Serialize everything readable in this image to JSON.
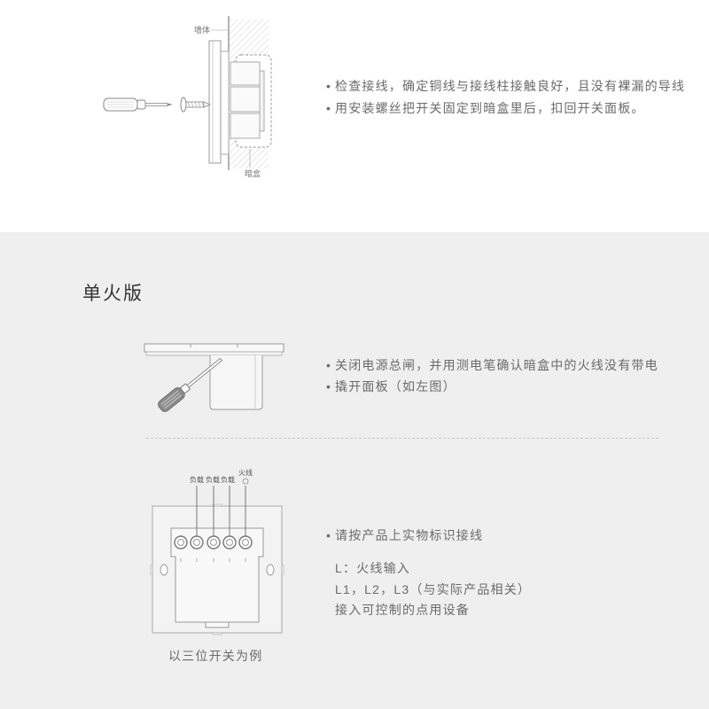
{
  "colors": {
    "top_bg": "#ffffff",
    "section_bg": "#efefef",
    "text": "#6b6b6b",
    "title": "#333333",
    "line_art": "#999999"
  },
  "install": {
    "wall_label": "墙体",
    "box_label": "暗盒",
    "bullets": [
      "检查接线，确定铜线与接线柱接触良好，且没有裸漏的导线",
      "用安装螺丝把开关固定到暗盒里后，扣回开关面板。"
    ]
  },
  "single_live": {
    "title": "单火版",
    "open_panel": {
      "bullets": [
        "关闭电源总闸，并用测电笔确认暗盒中的火线没有带电",
        "撬开面板（如左图）"
      ]
    },
    "wiring": {
      "load_labels": [
        "负载",
        "负载",
        "负载"
      ],
      "live_label": "火线",
      "bullets": [
        "请按产品上实物标识接线"
      ],
      "notes": [
        "L：火线输入",
        "L1，L2，L3（与实际产品相关）",
        "接入可控制的点用设备"
      ],
      "caption": "以三位开关为例"
    }
  }
}
